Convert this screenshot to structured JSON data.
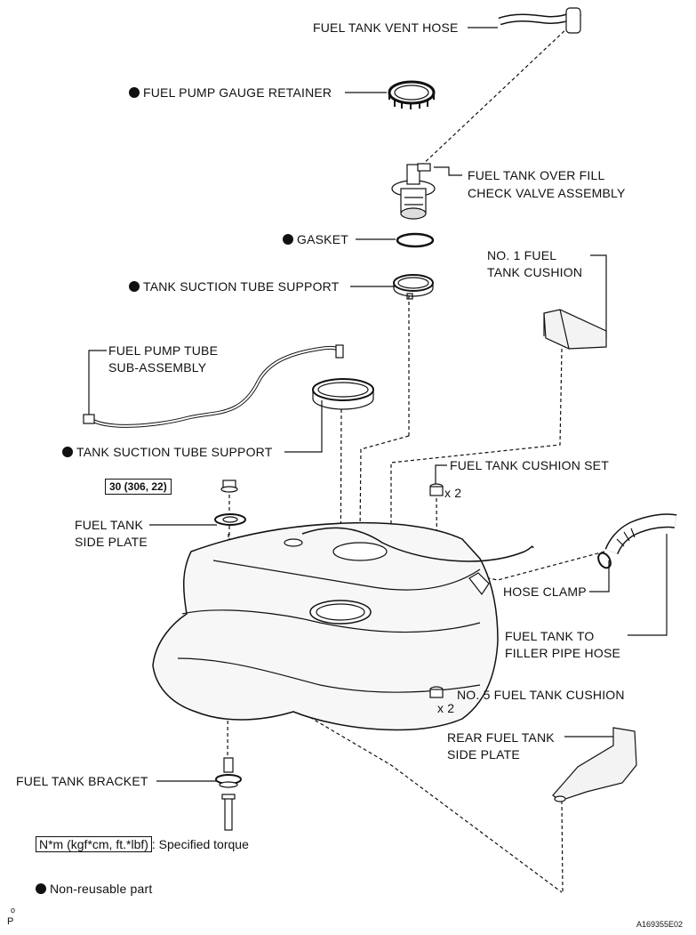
{
  "labels": {
    "vent_hose": "FUEL TANK VENT HOSE",
    "gauge_retainer": "FUEL PUMP GAUGE RETAINER",
    "over_fill_valve_1": "FUEL TANK OVER FILL",
    "over_fill_valve_2": "CHECK VALVE ASSEMBLY",
    "gasket": "GASKET",
    "cushion1_1": "NO. 1 FUEL",
    "cushion1_2": "TANK CUSHION",
    "suction_support_upper": "TANK SUCTION TUBE SUPPORT",
    "pump_tube_1": "FUEL PUMP TUBE",
    "pump_tube_2": "SUB-ASSEMBLY",
    "suction_support_lower": "TANK SUCTION TUBE SUPPORT",
    "cushion_set": "FUEL TANK CUSHION SET",
    "cushion_set_qty": "x 2",
    "torque_value": "30 (306, 22)",
    "side_plate_1": "FUEL TANK",
    "side_plate_2": "SIDE PLATE",
    "hose_clamp": "HOSE CLAMP",
    "filler_hose_1": "FUEL TANK TO",
    "filler_hose_2": "FILLER PIPE HOSE",
    "cushion5": "NO. 5 FUEL TANK CUSHION",
    "cushion5_qty": "x 2",
    "rear_plate_1": "REAR FUEL TANK",
    "rear_plate_2": "SIDE PLATE",
    "bracket": "FUEL TANK BRACKET"
  },
  "legend": {
    "torque_unit": "N*m (kgf*cm, ft.*lbf)",
    "torque_text": ": Specified torque",
    "non_reusable": "Non-reusable part"
  },
  "footer": {
    "corner_mark_1": "o",
    "corner_mark_2": "P",
    "figure_code": "A169355E02"
  }
}
